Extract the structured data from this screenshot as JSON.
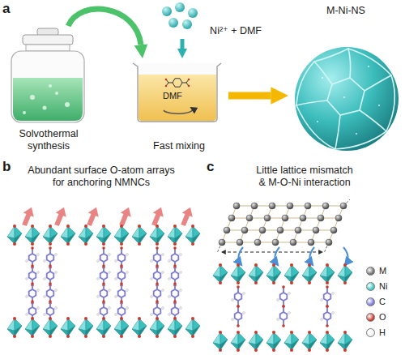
{
  "diagram": {
    "nodes": [
      {
        "text": [
          "Solvothermal synthesis"
        ]
      },
      {
        "text": [
          "Fast mixing"
        ]
      },
      {
        "text": [
          "M-Ni-NS"
        ]
      },
      {
        "text": [
          "Ni²⁺ + DMF"
        ]
      }
    ],
    "edges": [
      {
        "from": 0,
        "to": 1,
        "arrow": "to"
      },
      {
        "from": 3,
        "to": 1,
        "arrow": "to"
      },
      {
        "from": 1,
        "to": 2,
        "arrow": "to"
      }
    ],
    "labels": [
      "a",
      "DMF",
      "b",
      "Abundant surface O-atom arrays for anchoring NMNCs",
      "c",
      "Little lattice mismatch & M-O-Ni interaction"
    ],
    "legend": [
      {
        "text": "M",
        "color": "#6e6e6e"
      },
      {
        "text": "Ni",
        "color": "#3cc6c6"
      },
      {
        "text": "C",
        "color": "#7b79d9"
      },
      {
        "text": "O",
        "color": "#c83a2e"
      },
      {
        "text": "H",
        "color": "#f2f2f2"
      }
    ]
  }
}
